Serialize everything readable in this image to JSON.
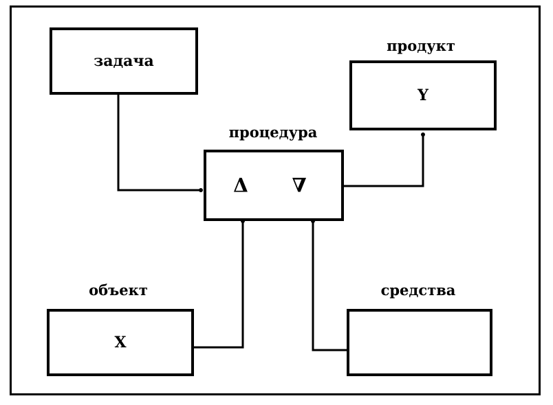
{
  "nodes": {
    "task": {
      "label": "задача"
    },
    "product": {
      "label": "продукт",
      "content": "Y"
    },
    "procedure": {
      "label": "процедура",
      "symbol_left": "Δ",
      "symbol_right": "∇"
    },
    "object": {
      "label": "объект",
      "content": "X"
    },
    "means": {
      "label": "средства"
    }
  }
}
